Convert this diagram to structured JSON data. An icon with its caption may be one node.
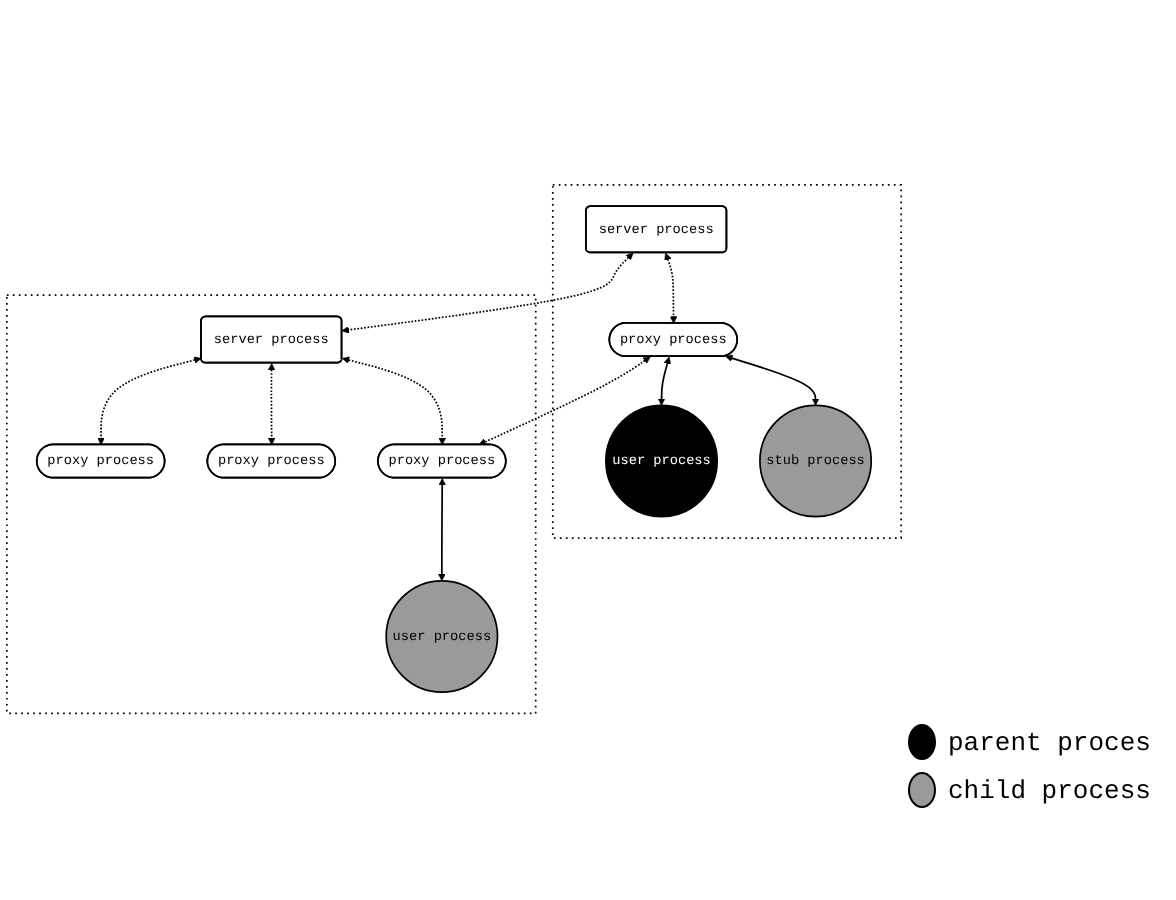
{
  "diagram": {
    "nodes": [
      {
        "text": [],
        "shape": "box"
      },
      {
        "text": [
          "server process"
        ],
        "in": 0
      },
      {
        "text": [
          "proxy process"
        ],
        "in": 0
      },
      {
        "text": [
          "user process"
        ],
        "in": 0
      },
      {
        "text": [
          "stub process"
        ],
        "in": 0
      },
      {
        "text": [],
        "shape": "box"
      },
      {
        "text": [
          "server process"
        ],
        "in": 5
      },
      {
        "text": [
          "proxy process"
        ],
        "in": 5
      },
      {
        "text": [
          "proxy process"
        ],
        "in": 5
      },
      {
        "text": [
          "proxy process"
        ],
        "in": 5
      },
      {
        "text": [
          "user process"
        ],
        "in": 5
      }
    ],
    "edges": [
      {
        "from": 1,
        "to": 6,
        "arrow": "both",
        "style": "dashed"
      },
      {
        "from": 1,
        "to": 2,
        "arrow": "both",
        "style": "dashed"
      },
      {
        "from": 2,
        "to": 3,
        "arrow": "both"
      },
      {
        "from": 2,
        "to": 4,
        "arrow": "both"
      },
      {
        "from": 2,
        "to": 9,
        "arrow": "both",
        "style": "dashed"
      },
      {
        "from": 6,
        "to": 7,
        "arrow": "both",
        "style": "dashed"
      },
      {
        "from": 6,
        "to": 8,
        "arrow": "both",
        "style": "dashed"
      },
      {
        "from": 6,
        "to": 9,
        "arrow": "both",
        "style": "dashed"
      },
      {
        "from": 9,
        "to": 10,
        "arrow": "both"
      }
    ],
    "legend": [
      {
        "text": "parent proces",
        "color": "#000000"
      },
      {
        "text": "child process",
        "color": "#9a9a9a"
      }
    ]
  }
}
